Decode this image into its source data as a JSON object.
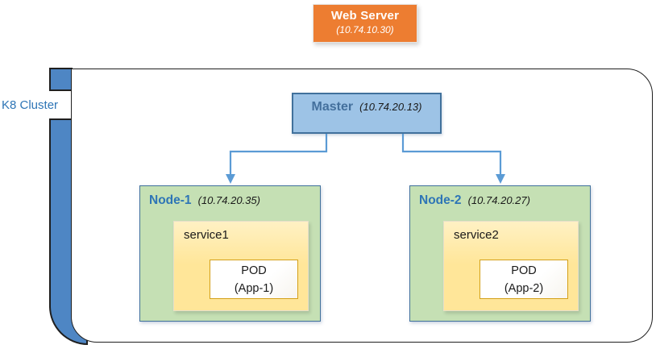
{
  "diagram": {
    "web_server": {
      "label": "Web Server",
      "ip": "(10.74.10.30)"
    },
    "cluster": {
      "label": "K8 Cluster"
    },
    "master": {
      "label": "Master",
      "ip": "(10.74.20.13)"
    },
    "nodes": [
      {
        "label": "Node-1",
        "ip": "(10.74.20.35)",
        "service": {
          "label": "service1",
          "pod_line1": "POD",
          "pod_line2": "(App-1)"
        }
      },
      {
        "label": "Node-2",
        "ip": "(10.74.20.27)",
        "service": {
          "label": "service2",
          "pod_line1": "POD",
          "pod_line2": "(App-2)"
        }
      }
    ]
  },
  "colors": {
    "web_server_fill": "#ED7D31",
    "web_server_border": "#E6E4E1",
    "spine_fill": "#4E86C4",
    "outline": "#1f1f1f",
    "cluster_label_color": "#2E75B6",
    "master_fill": "#9DC3E6",
    "master_border": "#41719C",
    "master_label_color": "#44709D",
    "arrow": "#5B9BD5",
    "node_fill": "#C5E0B4",
    "node_border": "#41719C",
    "node_label_color": "#2E75B6",
    "service_fill": "#FFE699",
    "service_fill_light": "#FFF1C4",
    "pod_border": "#D4A017"
  }
}
